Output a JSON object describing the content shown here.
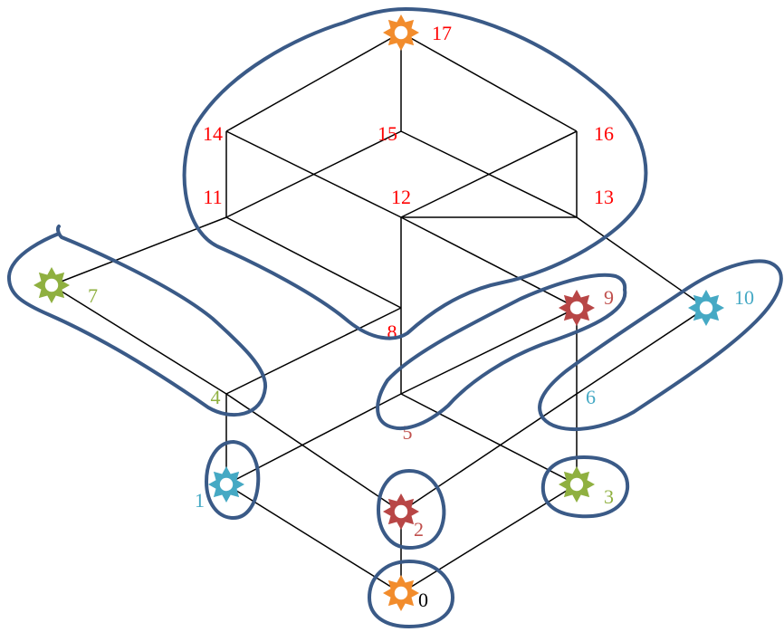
{
  "colors": {
    "background": "#ffffff",
    "edge": "#000000",
    "loop": "#3a5a87",
    "label_default": "#ff0000",
    "orange": "#f28c2c",
    "green": "#8fb040",
    "blue": "#45a9c4",
    "red": "#b84646",
    "text_green": "#8fb040",
    "text_blue": "#45a9c4",
    "text_red": "#c0504d",
    "text_black": "#000000"
  },
  "nodes": [
    {
      "id": "0",
      "label": "0",
      "label_color": "text_black",
      "marker": "orange"
    },
    {
      "id": "1",
      "label": "1",
      "label_color": "text_blue",
      "marker": "blue"
    },
    {
      "id": "2",
      "label": "2",
      "label_color": "text_red",
      "marker": "red"
    },
    {
      "id": "3",
      "label": "3",
      "label_color": "text_green",
      "marker": "green"
    },
    {
      "id": "4",
      "label": "4",
      "label_color": "text_green",
      "marker": null
    },
    {
      "id": "5",
      "label": "5",
      "label_color": "text_red",
      "marker": null
    },
    {
      "id": "6",
      "label": "6",
      "label_color": "text_blue",
      "marker": null
    },
    {
      "id": "7",
      "label": "7",
      "label_color": "text_green",
      "marker": "green"
    },
    {
      "id": "8",
      "label": "8",
      "label_color": "label_default",
      "marker": null
    },
    {
      "id": "9",
      "label": "9",
      "label_color": "text_red",
      "marker": "red"
    },
    {
      "id": "10",
      "label": "10",
      "label_color": "text_blue",
      "marker": "blue"
    },
    {
      "id": "11",
      "label": "11",
      "label_color": "label_default",
      "marker": null
    },
    {
      "id": "12",
      "label": "12",
      "label_color": "label_default",
      "marker": null
    },
    {
      "id": "13",
      "label": "13",
      "label_color": "label_default",
      "marker": null
    },
    {
      "id": "14",
      "label": "14",
      "label_color": "label_default",
      "marker": null
    },
    {
      "id": "15",
      "label": "15",
      "label_color": "label_default",
      "marker": null
    },
    {
      "id": "16",
      "label": "16",
      "label_color": "label_default",
      "marker": null
    },
    {
      "id": "17",
      "label": "17",
      "label_color": "label_default",
      "marker": "orange"
    }
  ],
  "edges": [
    [
      "0",
      "1"
    ],
    [
      "0",
      "2"
    ],
    [
      "0",
      "3"
    ],
    [
      "1",
      "4"
    ],
    [
      "1",
      "5"
    ],
    [
      "2",
      "4"
    ],
    [
      "2",
      "6"
    ],
    [
      "3",
      "5"
    ],
    [
      "3",
      "6"
    ],
    [
      "4",
      "7"
    ],
    [
      "4",
      "8"
    ],
    [
      "5",
      "8"
    ],
    [
      "5",
      "9"
    ],
    [
      "6",
      "9"
    ],
    [
      "6",
      "10"
    ],
    [
      "7",
      "11"
    ],
    [
      "8",
      "11"
    ],
    [
      "8",
      "12"
    ],
    [
      "9",
      "12"
    ],
    [
      "10",
      "13"
    ],
    [
      "12",
      "13"
    ],
    [
      "11",
      "14"
    ],
    [
      "11",
      "15"
    ],
    [
      "12",
      "14"
    ],
    [
      "12",
      "16"
    ],
    [
      "13",
      "15"
    ],
    [
      "13",
      "16"
    ],
    [
      "14",
      "17"
    ],
    [
      "15",
      "17"
    ],
    [
      "16",
      "17"
    ]
  ],
  "groups": [
    {
      "name": "group-top",
      "members": [
        "11",
        "12",
        "13",
        "14",
        "15",
        "16",
        "17"
      ]
    },
    {
      "name": "group-4-7",
      "members": [
        "4",
        "7"
      ]
    },
    {
      "name": "group-5-9",
      "members": [
        "5",
        "9"
      ]
    },
    {
      "name": "group-6-10",
      "members": [
        "6",
        "10"
      ]
    },
    {
      "name": "group-1",
      "members": [
        "1"
      ]
    },
    {
      "name": "group-2",
      "members": [
        "2"
      ]
    },
    {
      "name": "group-3",
      "members": [
        "3"
      ]
    },
    {
      "name": "group-0",
      "members": [
        "0"
      ]
    }
  ]
}
